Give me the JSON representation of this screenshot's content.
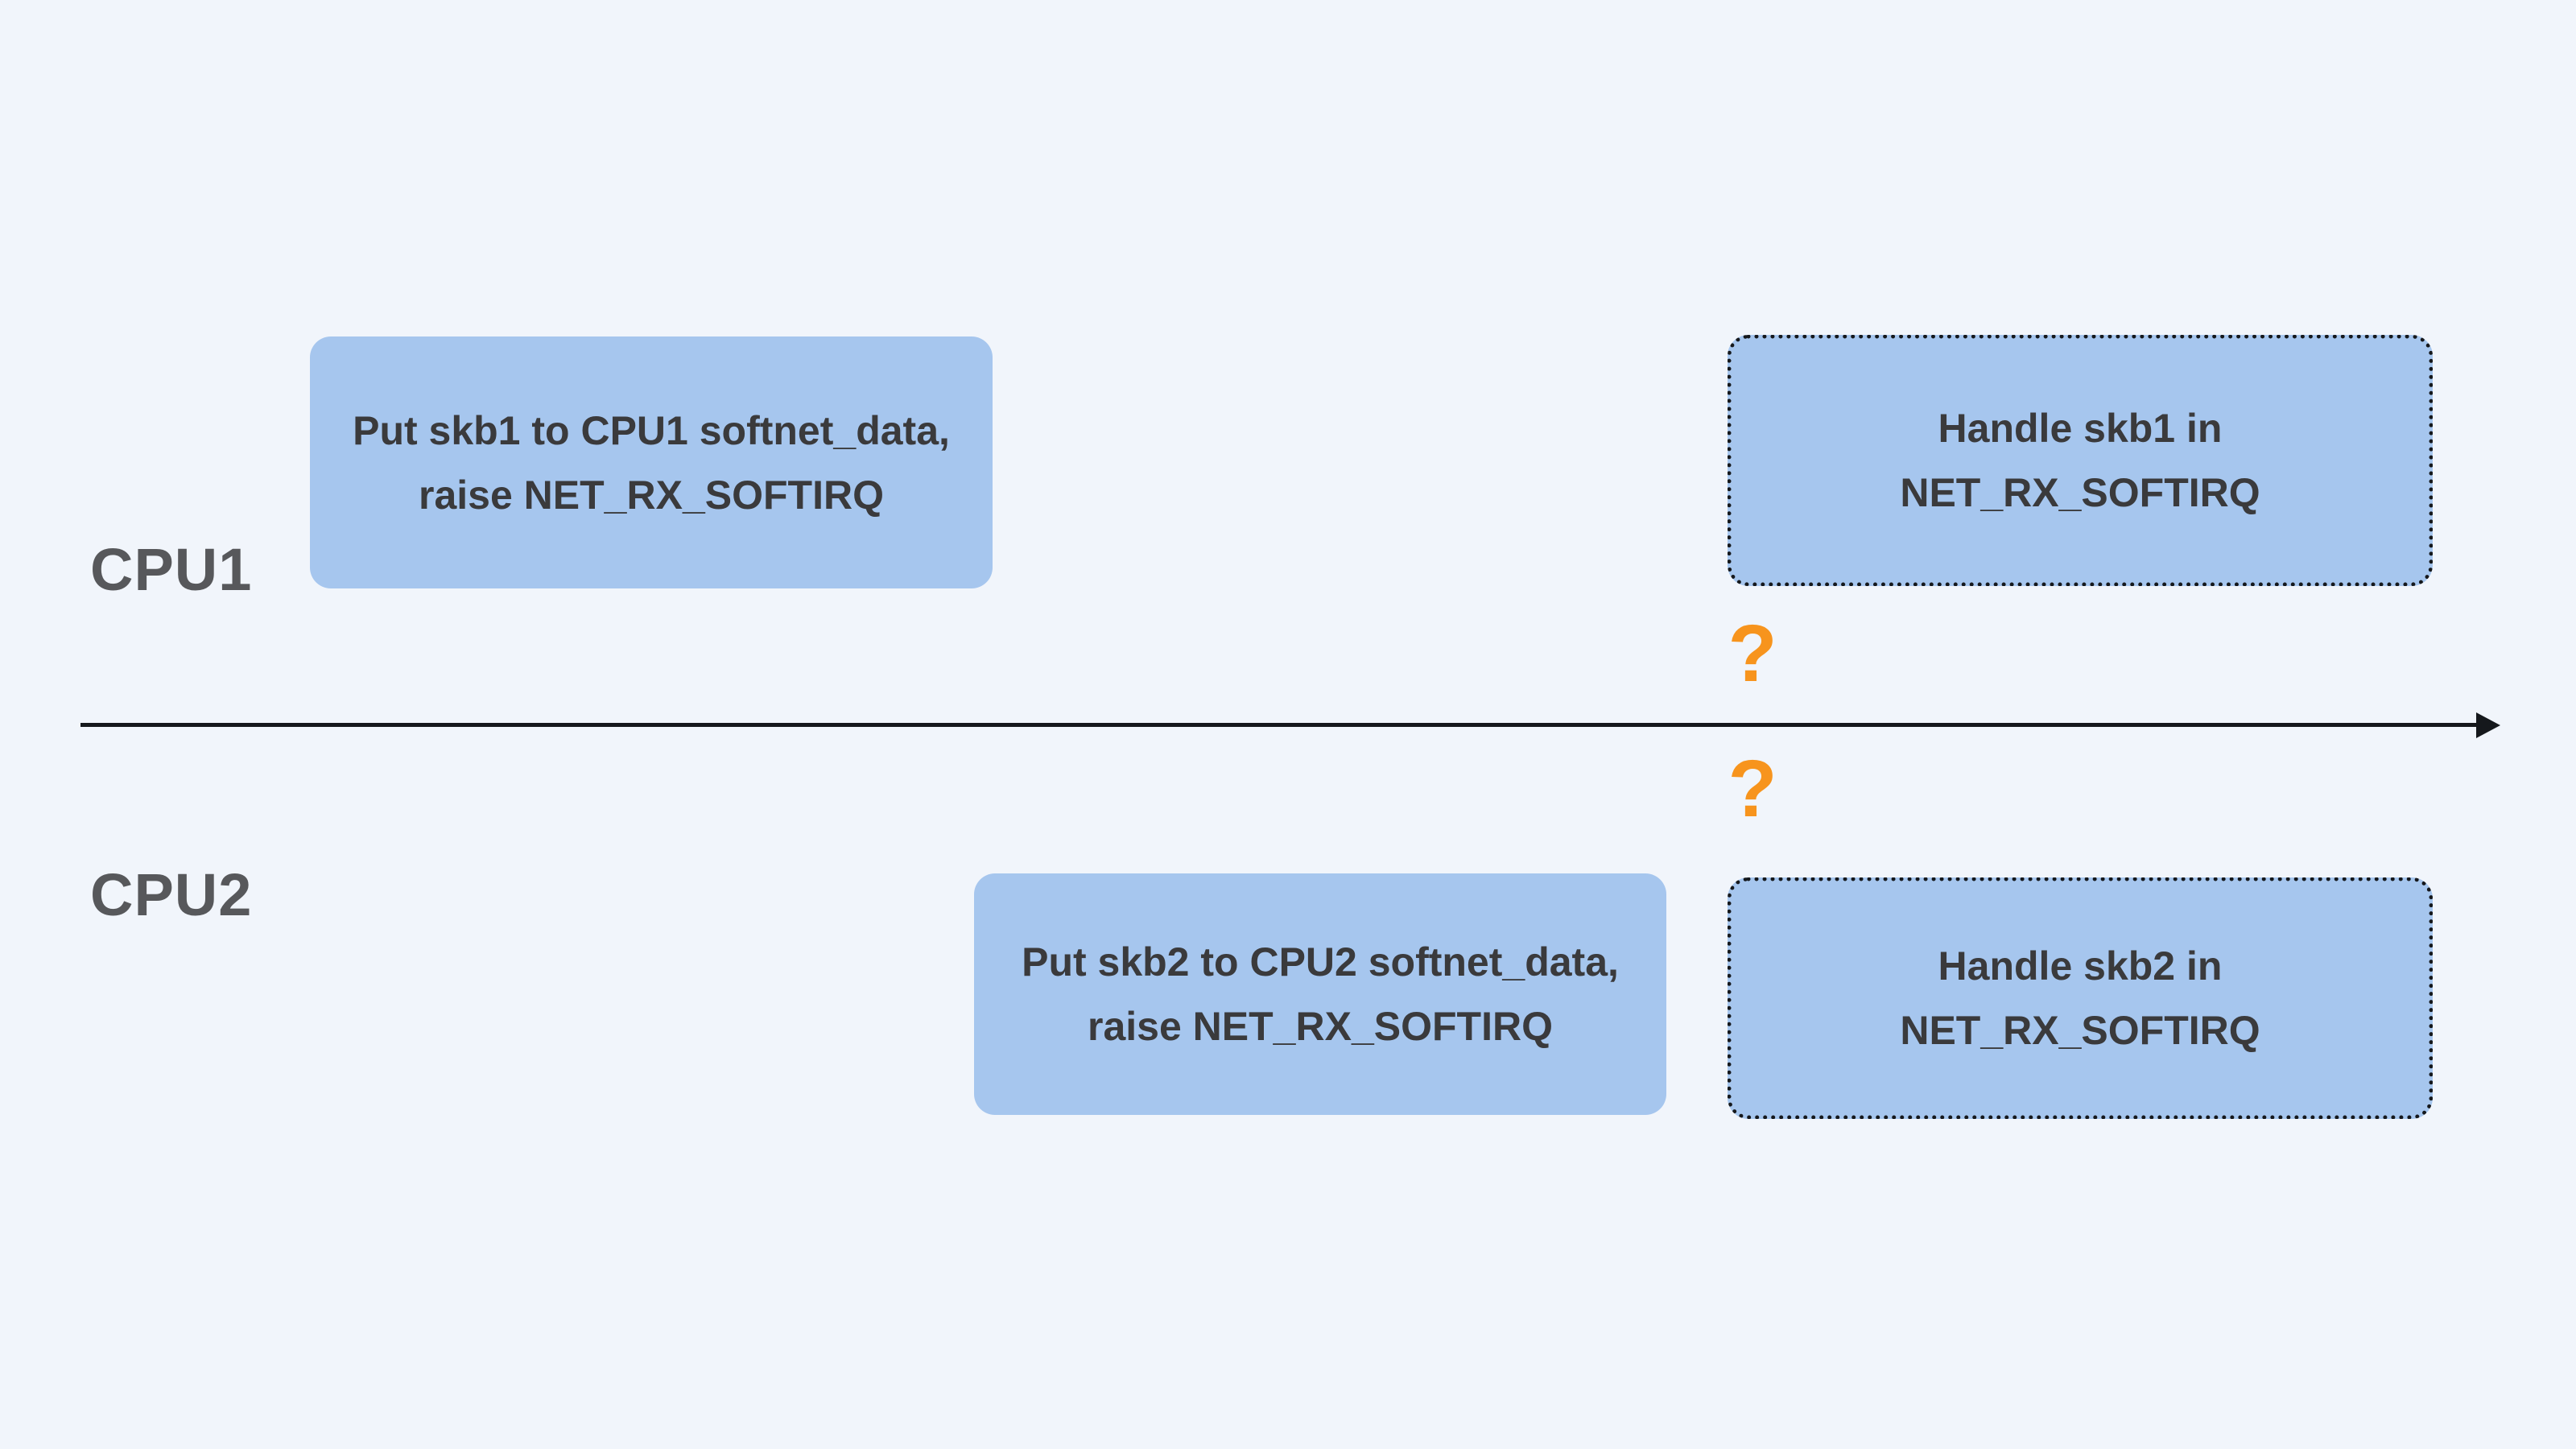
{
  "colors": {
    "background": "#f1f5fb",
    "box-fill": "#a6c6ee",
    "box-text": "#3a3a3c",
    "cpu-label": "#57585b",
    "line": "#15181c",
    "question": "#f7941d"
  },
  "cpu_labels": {
    "cpu1": "CPU1",
    "cpu2": "CPU2"
  },
  "boxes": [
    {
      "id": "put-skb1",
      "cpu": "CPU1",
      "border_style": "none",
      "lines": [
        "Put skb1 to CPU1 softnet_data,",
        "raise NET_RX_SOFTIRQ"
      ]
    },
    {
      "id": "handle-skb1",
      "cpu": "CPU1",
      "border_style": "dotted",
      "lines": [
        "Handle skb1 in",
        "NET_RX_SOFTIRQ"
      ]
    },
    {
      "id": "put-skb2",
      "cpu": "CPU2",
      "border_style": "none",
      "lines": [
        "Put skb2 to CPU2 softnet_data,",
        "raise NET_RX_SOFTIRQ"
      ]
    },
    {
      "id": "handle-skb2",
      "cpu": "CPU2",
      "border_style": "dotted",
      "lines": [
        "Handle skb2 in",
        "NET_RX_SOFTIRQ"
      ]
    }
  ],
  "question_marks": {
    "above_timeline": "?",
    "below_timeline": "?"
  }
}
